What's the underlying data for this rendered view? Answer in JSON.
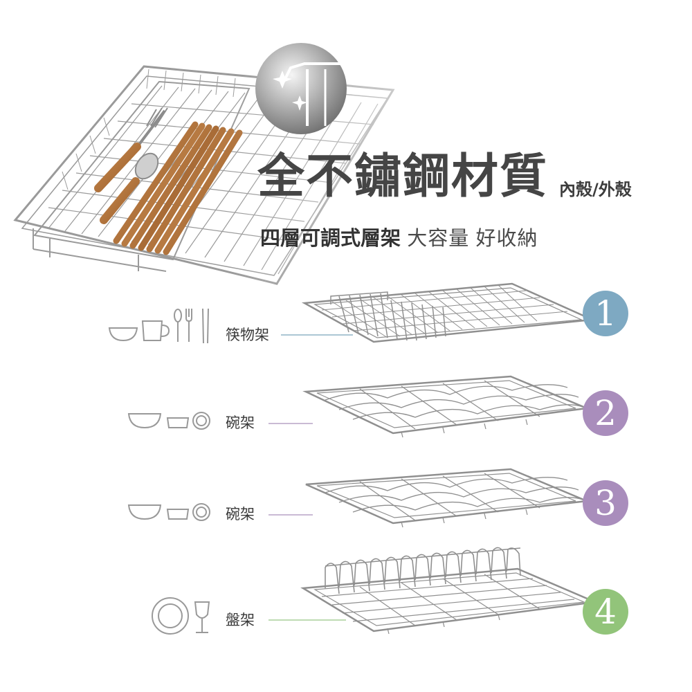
{
  "header": {
    "title": "全不鏽鋼材質",
    "title_note": "內殼/外殼",
    "tagline_main": "四層可調式層架",
    "tagline_feature_1": "大容量",
    "tagline_feature_2": "好收納"
  },
  "racks": [
    {
      "number": "1",
      "label": "筷物架",
      "color": "#7ea9c2",
      "icons": [
        "bowl-icon",
        "cup-icon",
        "spoon-icon",
        "fork-icon",
        "chopsticks-icon"
      ]
    },
    {
      "number": "2",
      "label": "碗架",
      "color": "#a98dbc",
      "icons": [
        "bowl-icon",
        "small-bowl-icon",
        "plate-icon"
      ]
    },
    {
      "number": "3",
      "label": "碗架",
      "color": "#a98dbc",
      "icons": [
        "bowl-icon",
        "small-bowl-icon",
        "plate-icon"
      ]
    },
    {
      "number": "4",
      "label": "盤架",
      "color": "#92c47a",
      "icons": [
        "plate-icon",
        "wine-glass-icon"
      ]
    }
  ]
}
